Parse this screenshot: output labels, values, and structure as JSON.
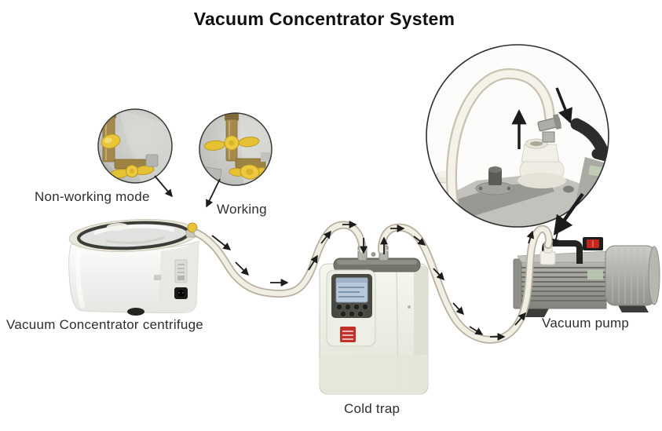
{
  "title": "Vacuum Concentrator System",
  "labels": {
    "non_working_mode": "Non-working mode",
    "working": "Working",
    "centrifuge": "Vacuum Concentrator centrifuge",
    "cold_trap": "Cold trap",
    "vacuum_pump": "Vacuum pump"
  },
  "diagram": {
    "nodes": [
      {
        "id": "centrifuge",
        "label": "Vacuum Concentrator centrifuge"
      },
      {
        "id": "cold_trap",
        "label": "Cold trap"
      },
      {
        "id": "vacuum_pump",
        "label": "Vacuum pump"
      }
    ],
    "connections": [
      {
        "from": "centrifuge",
        "to": "cold_trap",
        "via": "vacuum tube with flow arrows"
      },
      {
        "from": "cold_trap",
        "to": "vacuum_pump",
        "via": "vacuum tube with flow arrows"
      }
    ],
    "insets": [
      {
        "id": "non_working_valve",
        "label": "Non-working mode"
      },
      {
        "id": "working_valve",
        "label": "Working"
      },
      {
        "id": "pump_inlet_detail",
        "label": ""
      }
    ]
  },
  "icons": {
    "flow-arrow-icon": "→",
    "inset-pointer-arrow-icon": "↘",
    "detail-callout-arrow-icon": "↓"
  },
  "colors": {
    "background": "#ffffff",
    "title_text": "#101010",
    "label_text": "#2e2e2e",
    "arrow": "#1c1c1c",
    "tube_casing": "#b7b0a0",
    "tube_core": "#f1eee4",
    "valve_yellow": "#e9c538",
    "valve_brass": "#a5894c",
    "pump_gray": "#9a9a94",
    "pump_switch_red": "#c4261d",
    "cold_trap_white": "#eff1e7",
    "lcd_screen_blue": "#b9c8da",
    "sticker_red": "#c23128"
  }
}
